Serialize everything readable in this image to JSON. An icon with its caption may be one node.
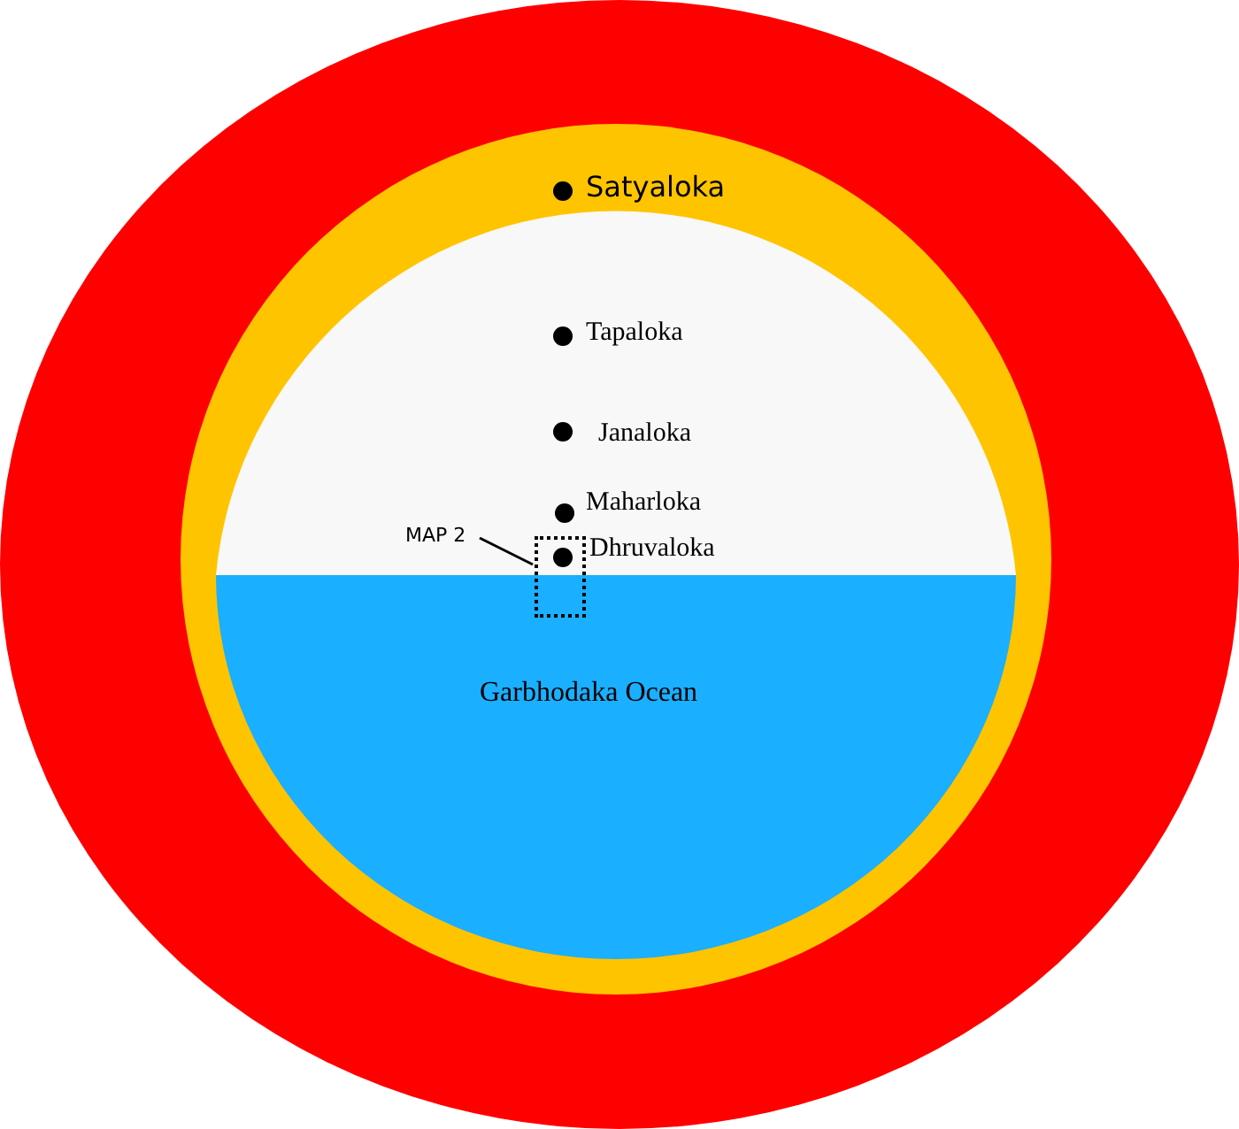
{
  "diagram": {
    "nodes": [
      {
        "text": [
          "Garbhodaka Ocean"
        ]
      },
      {
        "text": [
          "MAP 2"
        ]
      },
      {
        "text": [],
        "shape": "box"
      }
    ],
    "edges": [
      {
        "from": 1,
        "to": 2,
        "arrow": "none"
      }
    ],
    "labels": [
      "Satyaloka",
      "Tapaloka",
      "Janaloka",
      "Maharloka",
      "Dhruvaloka"
    ]
  }
}
